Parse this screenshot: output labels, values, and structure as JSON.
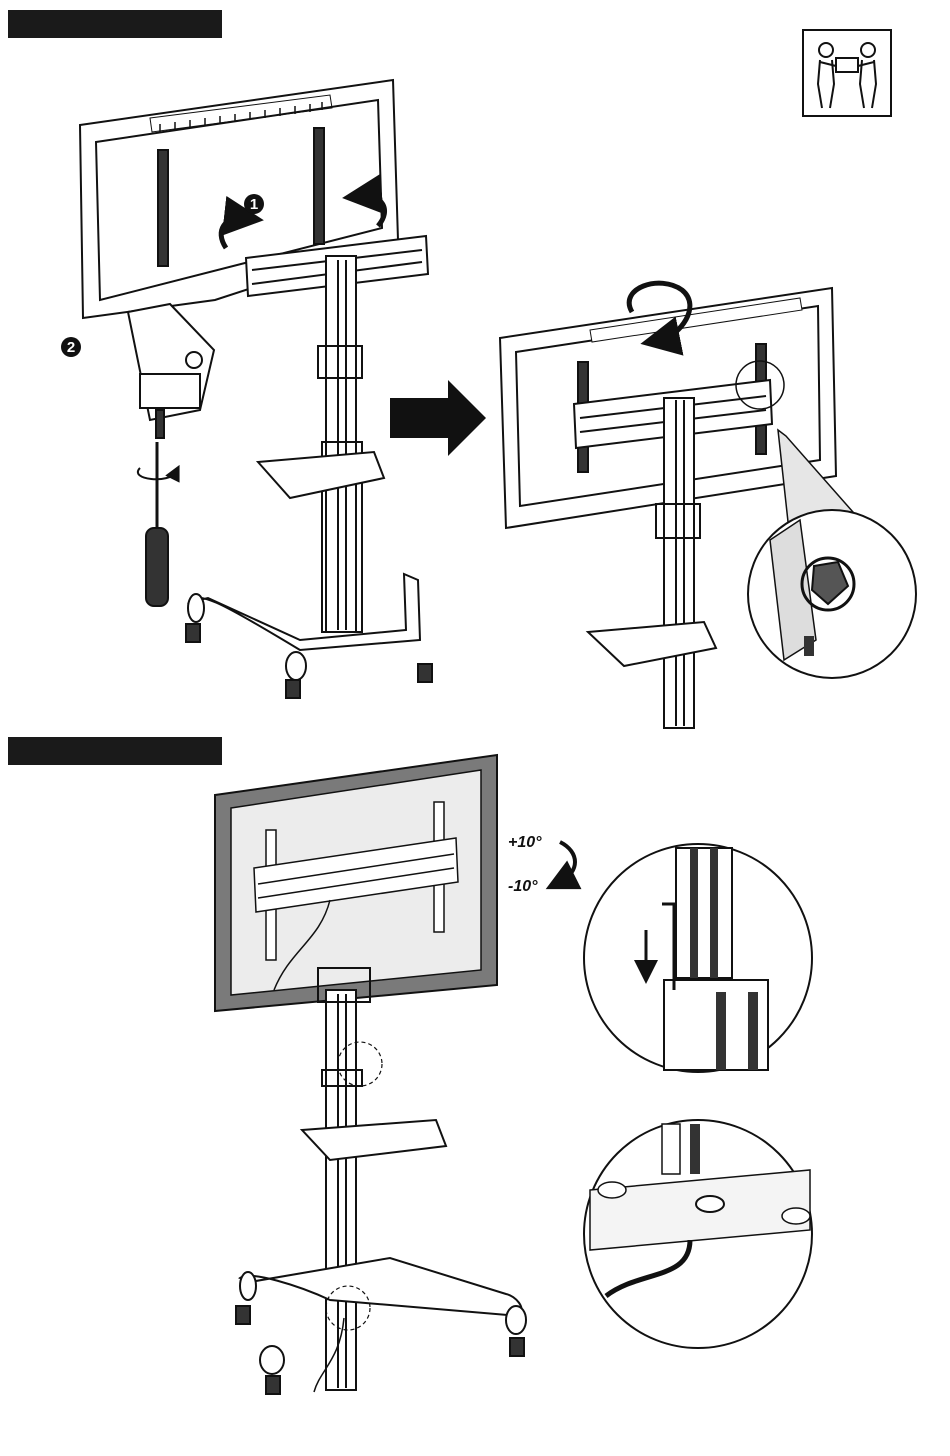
{
  "header_bars": {
    "top_color": "#1a1a1a",
    "bottom_color": "#1a1a1a"
  },
  "icons": {
    "two_person_lift": "two-person-lift-icon",
    "step1": "step-1-badge",
    "step2": "step-2-badge",
    "arrow": "right-arrow-icon",
    "screwdriver": "screwdriver-icon"
  },
  "steps": {
    "one": "1",
    "two": "2"
  },
  "tilt": {
    "up": "+10°",
    "down": "-10°"
  },
  "colors": {
    "line": "#111111",
    "screen_frame": "#7a7a7a",
    "screen_inner": "#ececec"
  }
}
